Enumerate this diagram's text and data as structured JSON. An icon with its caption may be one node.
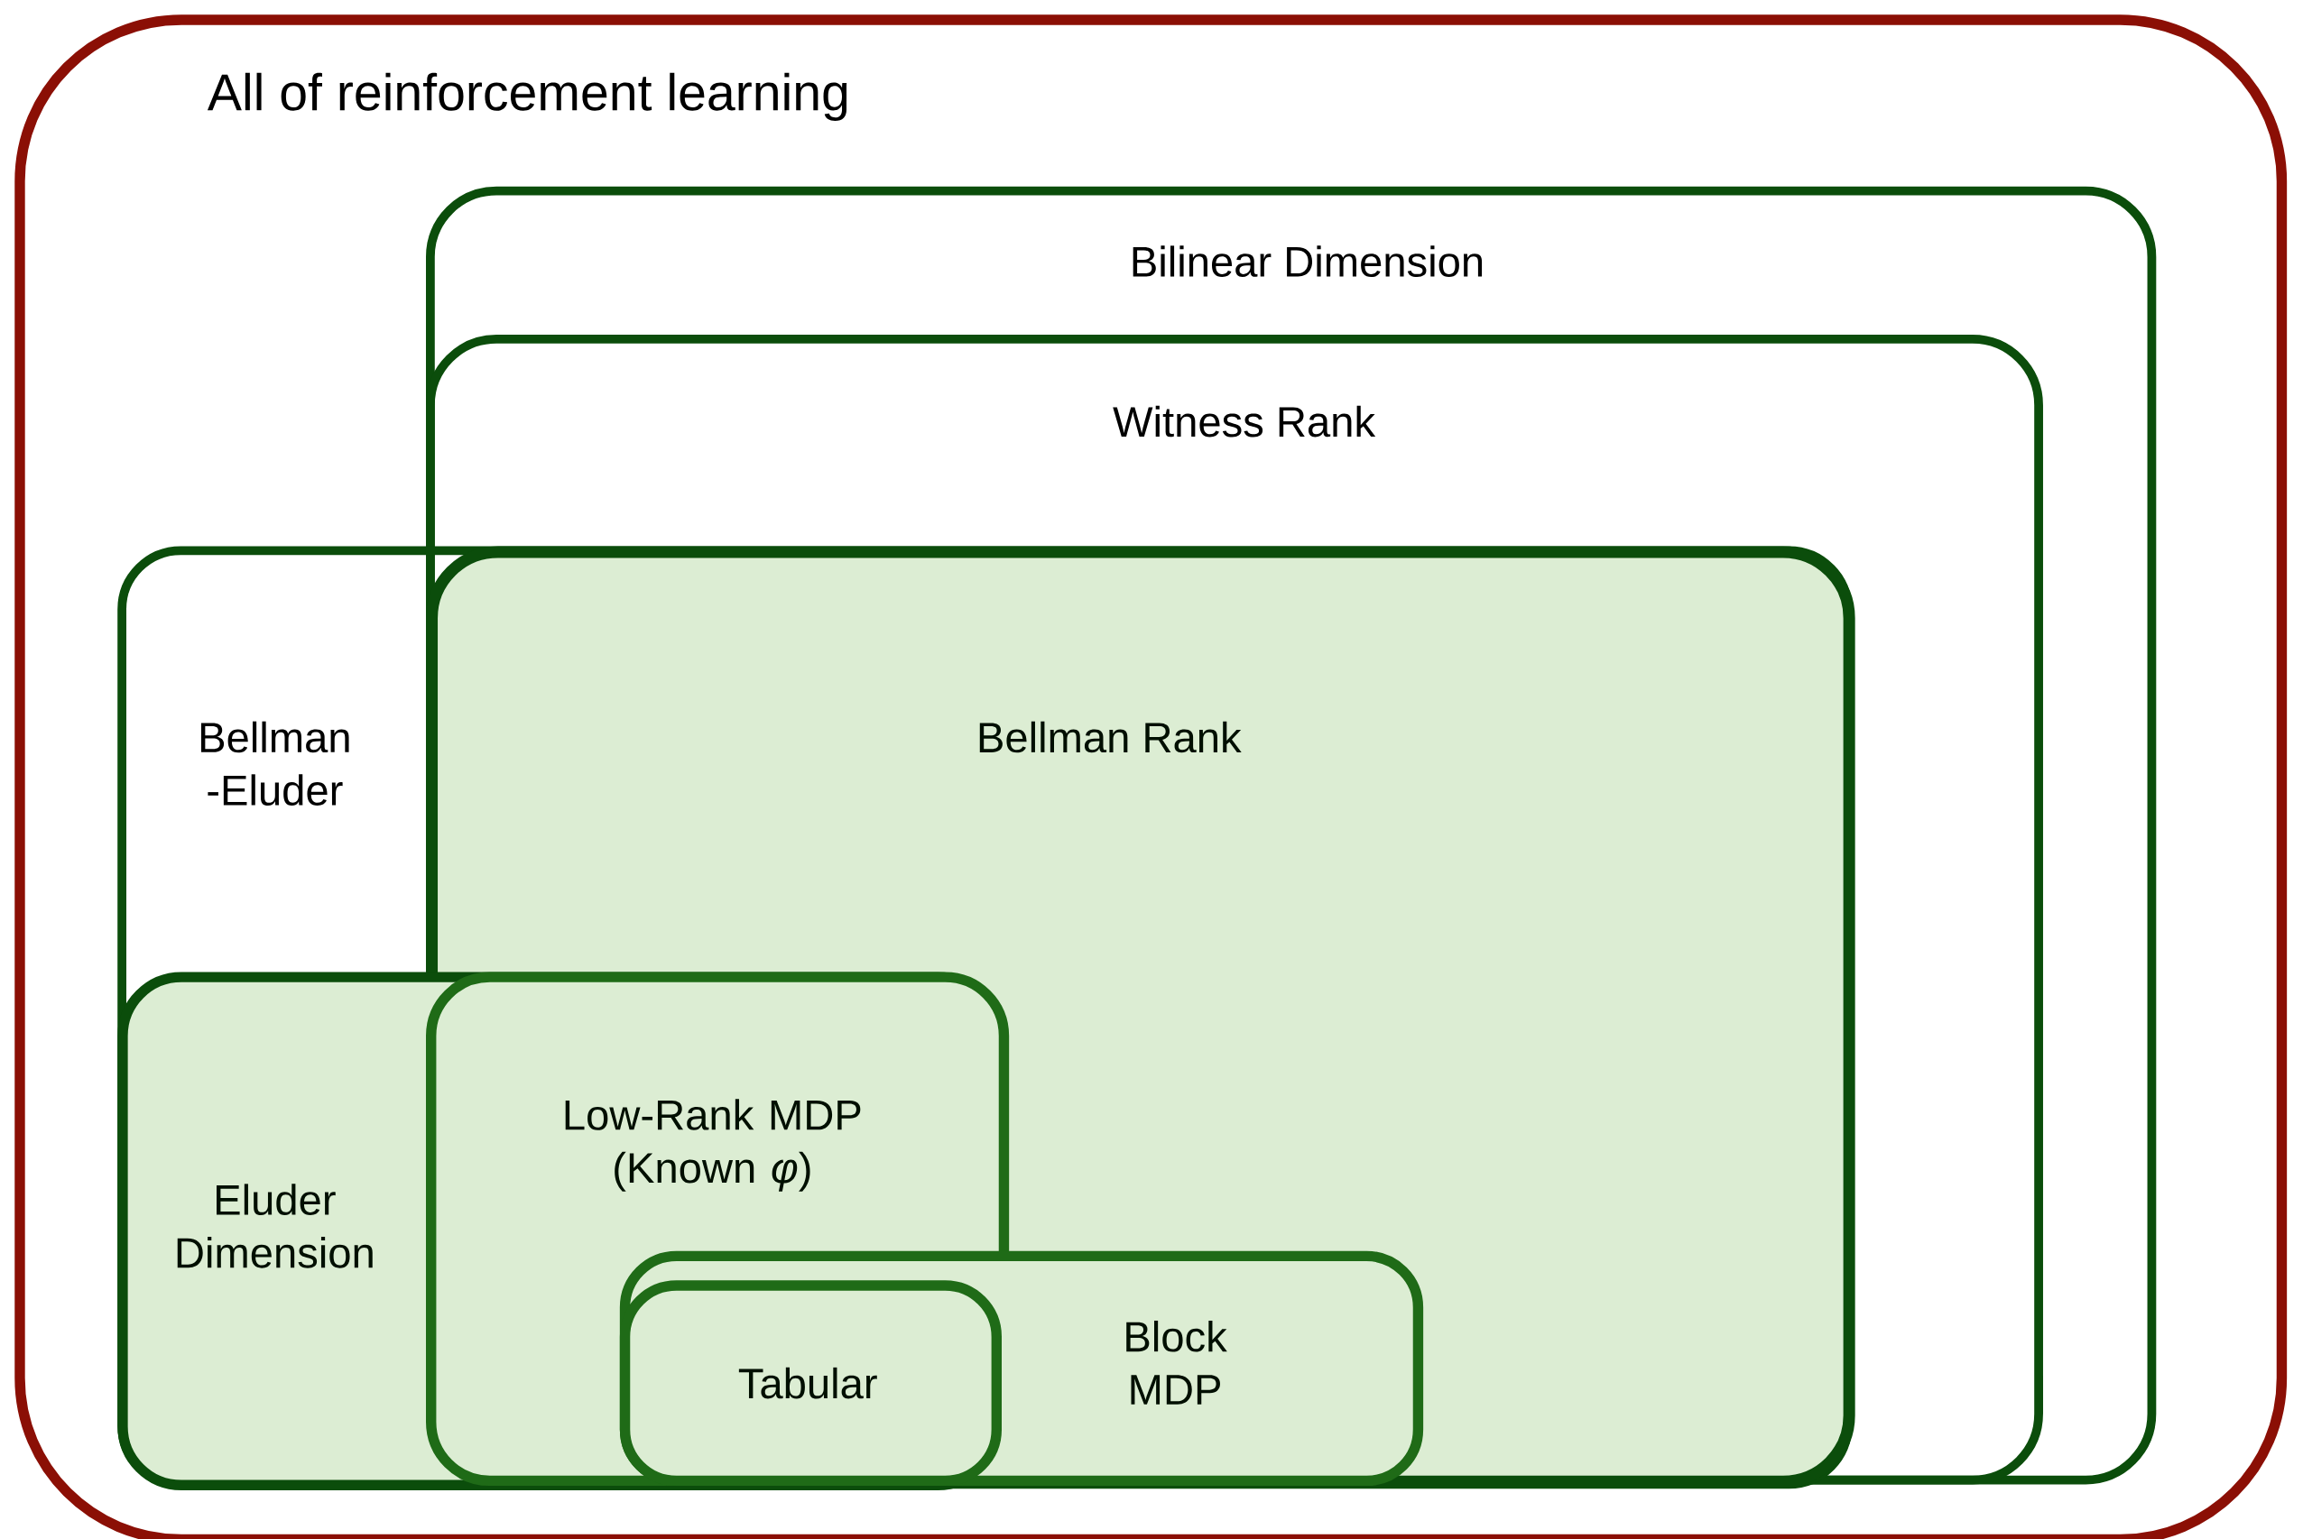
{
  "diagram": {
    "nodes": [
      {
        "text": [
          "All of reinforcement learning"
        ]
      },
      {
        "text": [
          "Bilinear Dimension"
        ],
        "in": 0
      },
      {
        "text": [
          "Witness Rank"
        ],
        "in": 1
      },
      {
        "text": [
          "Bellman -Eluder"
        ],
        "in": 0
      },
      {
        "text": [
          "Bellman Rank"
        ],
        "in": 3
      },
      {
        "text": [
          "Eluder Dimension"
        ],
        "in": 3
      },
      {
        "text": [
          "Low-Rank MDP (Known *φ*)"
        ]
      },
      {
        "text": [
          "Block MDP"
        ],
        "in": 4
      },
      {
        "text": [
          "Tabular"
        ]
      }
    ]
  }
}
